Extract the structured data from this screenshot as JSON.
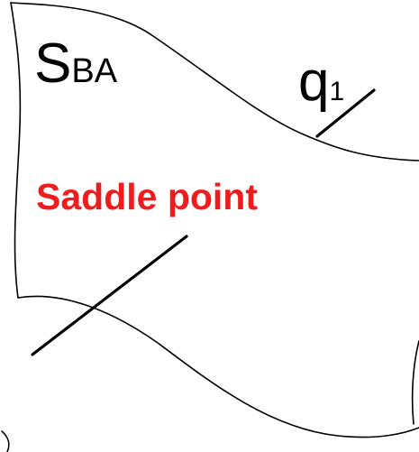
{
  "surface": {
    "symbol": "S",
    "subscript": "BA"
  },
  "coordinate": {
    "symbol": "q",
    "subscript": "1"
  },
  "saddle_point": {
    "text": "Saddle point",
    "color": "#ee1c1c"
  },
  "stroke_color": "#000000"
}
